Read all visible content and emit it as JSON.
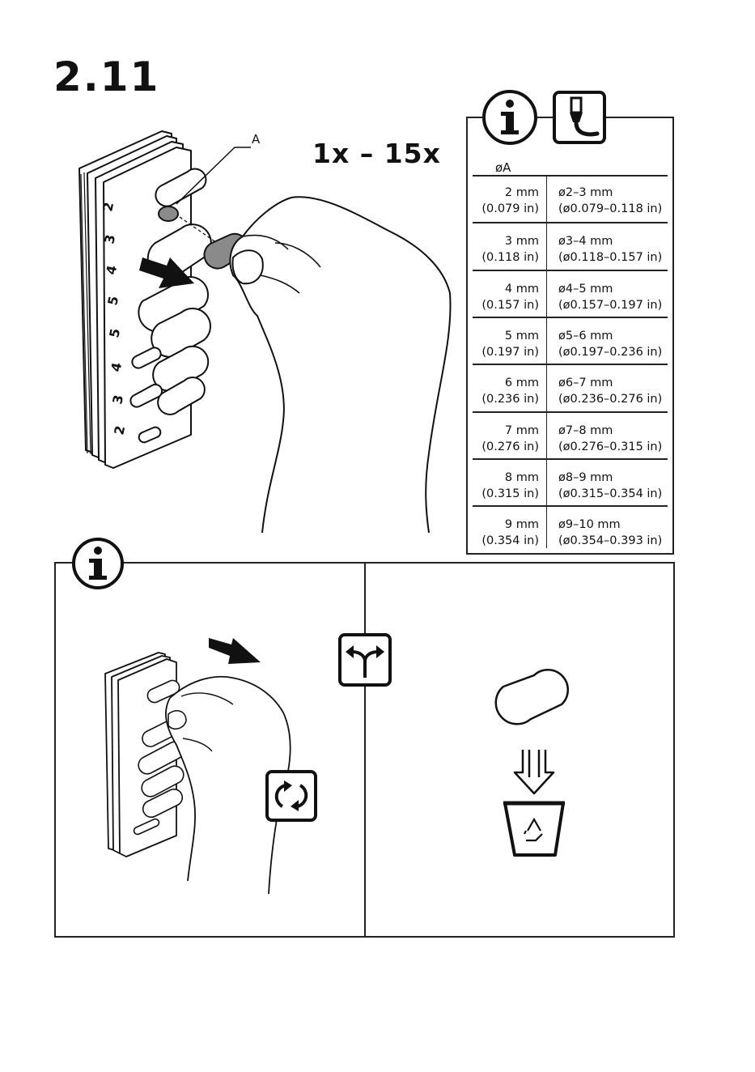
{
  "step": {
    "number": "2.11"
  },
  "repeat": {
    "label": "1x – 15x"
  },
  "callout": {
    "label": "A"
  },
  "icons": {
    "info": "info-icon",
    "cable": "cable-connector-icon",
    "alternative": "split-arrow-icon",
    "repeat": "refresh-icon",
    "recycle": "recycle-bin-icon"
  },
  "size_table": {
    "header": "øA",
    "rows": [
      {
        "mm": "2 mm",
        "inch": "(0.079 in)",
        "range_mm": "ø2–3 mm",
        "range_in": "(ø0.079–0.118 in)"
      },
      {
        "mm": "3 mm",
        "inch": "(0.118 in)",
        "range_mm": "ø3–4 mm",
        "range_in": "(ø0.118–0.157 in)"
      },
      {
        "mm": "4 mm",
        "inch": "(0.157 in)",
        "range_mm": "ø4–5 mm",
        "range_in": "(ø0.157–0.197 in)"
      },
      {
        "mm": "5 mm",
        "inch": "(0.197 in)",
        "range_mm": "ø5–6 mm",
        "range_in": "(ø0.197–0.236 in)"
      },
      {
        "mm": "6 mm",
        "inch": "(0.236 in)",
        "range_mm": "ø6–7 mm",
        "range_in": "(ø0.236–0.276 in)"
      },
      {
        "mm": "7 mm",
        "inch": "(0.276 in)",
        "range_mm": "ø7–8 mm",
        "range_in": "(ø0.276–0.315 in)"
      },
      {
        "mm": "8 mm",
        "inch": "(0.315 in)",
        "range_mm": "ø8–9 mm",
        "range_in": "(ø0.315–0.354 in)"
      },
      {
        "mm": "9 mm",
        "inch": "(0.354 in)",
        "range_mm": "ø9–10 mm",
        "range_in": "(ø0.354–0.393 in)"
      }
    ]
  },
  "colors": {
    "ink": "#111111",
    "plug_grey": "#8a8a8a"
  }
}
